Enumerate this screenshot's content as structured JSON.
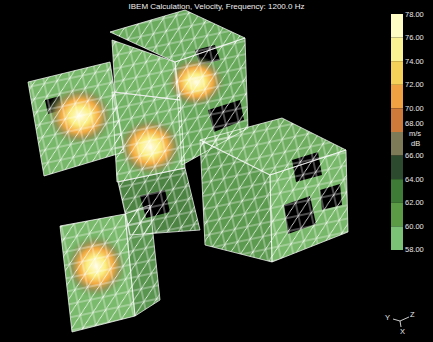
{
  "diagram": {
    "title": "IBEM Calculation, Velocity, Frequency: 1200.0 Hz",
    "labels": [
      "78.00",
      "76.00",
      "74.00",
      "72.00",
      "70.00",
      "68.00",
      "m/s",
      "dB",
      "66.00",
      "64.00",
      "62.00",
      "60.00",
      "58.00",
      "Y",
      "Z",
      "X"
    ]
  }
}
